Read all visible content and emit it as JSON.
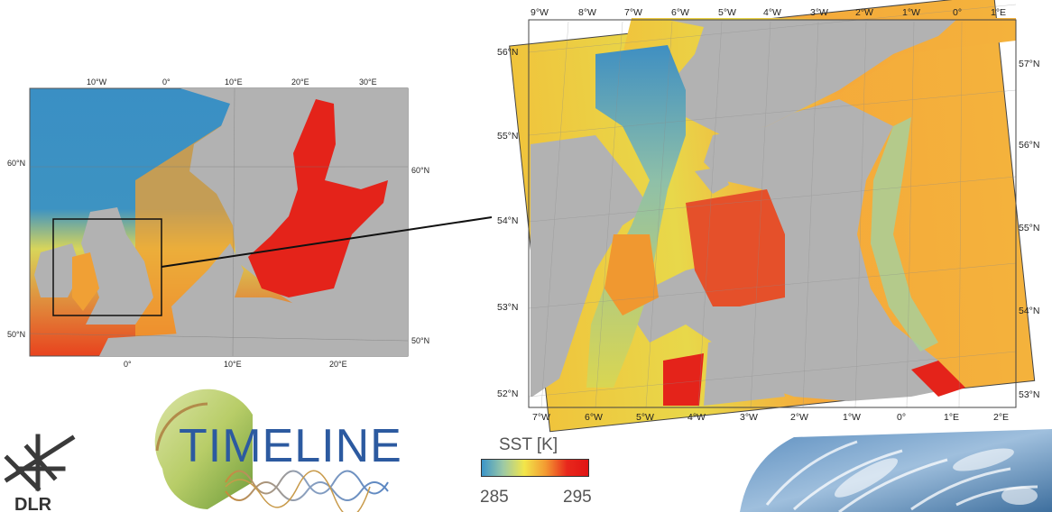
{
  "overview_map": {
    "lon_top_labels": [
      "10°W",
      "0°",
      "10°E",
      "20°E",
      "30°E"
    ],
    "lon_bottom_labels": [
      "0°",
      "10°E",
      "20°E"
    ],
    "lat_left_labels": [
      "60°N",
      "50°N"
    ],
    "lat_right_labels": [
      "60°N",
      "50°N"
    ]
  },
  "detail_map": {
    "lon_top_labels": [
      "9°W",
      "8°W",
      "7°W",
      "6°W",
      "5°W",
      "4°W",
      "3°W",
      "2°W",
      "1°W",
      "0°",
      "1°E"
    ],
    "lon_bottom_labels": [
      "7°W",
      "6°W",
      "5°W",
      "4°W",
      "3°W",
      "2°W",
      "1°W",
      "0°",
      "1°E",
      "2°E"
    ],
    "lat_left_labels": [
      "56°N",
      "55°N",
      "54°N",
      "53°N",
      "52°N"
    ],
    "lat_right_labels": [
      "57°N",
      "56°N",
      "55°N",
      "54°N",
      "53°N"
    ]
  },
  "legend": {
    "title": "SST [K]",
    "min": "285",
    "max": "295",
    "colors": [
      "#3a94c9",
      "#9cc9a6",
      "#f2e64a",
      "#f39a32",
      "#e8281c",
      "#e01414"
    ]
  },
  "logos": {
    "timeline_text": "TIMELINE",
    "dlr_text": "DLR"
  },
  "colors": {
    "land": "#b2b2b2",
    "cold_sea": "#3a8fc4",
    "warm_sea": "#e4231a"
  }
}
